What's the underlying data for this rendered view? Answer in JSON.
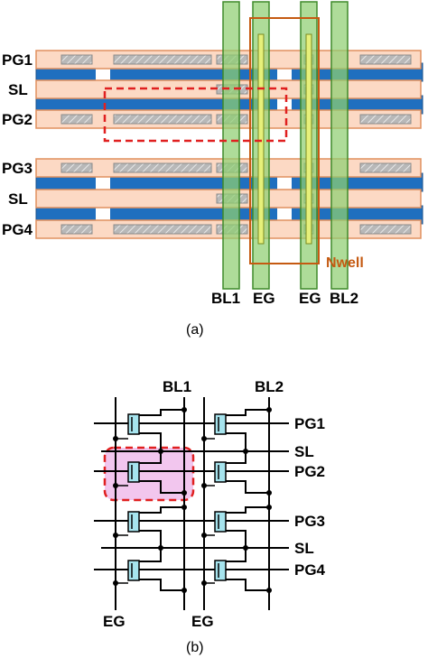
{
  "colors": {
    "row_fill": "#fcd9c4",
    "row_stroke": "#e0905e",
    "active_blue": "#1f6fbf",
    "active_blue_stroke": "#1a4f8a",
    "column_green": "#8fcf72",
    "column_green_stroke": "#3f8a2a",
    "eg_yellow": "#e6f07a",
    "nwell_orange": "#c55a11",
    "highlight_red": "#e02020",
    "highlight_fill": "#f2c6ee",
    "transistor_fill": "#a6e4ee"
  },
  "layout_a": {
    "row_labels": [
      "PG1",
      "SL",
      "PG2",
      "PG3",
      "SL",
      "PG4"
    ],
    "column_labels": [
      "BL1",
      "EG",
      "EG",
      "BL2"
    ],
    "nwell_label": "Nwell",
    "caption": "(a)"
  },
  "circuit_b": {
    "top_labels": [
      "BL1",
      "BL2"
    ],
    "right_labels": [
      "PG1",
      "SL",
      "PG2",
      "PG3",
      "SL",
      "PG4"
    ],
    "bottom_labels": [
      "EG",
      "EG"
    ],
    "caption": "(b)"
  }
}
